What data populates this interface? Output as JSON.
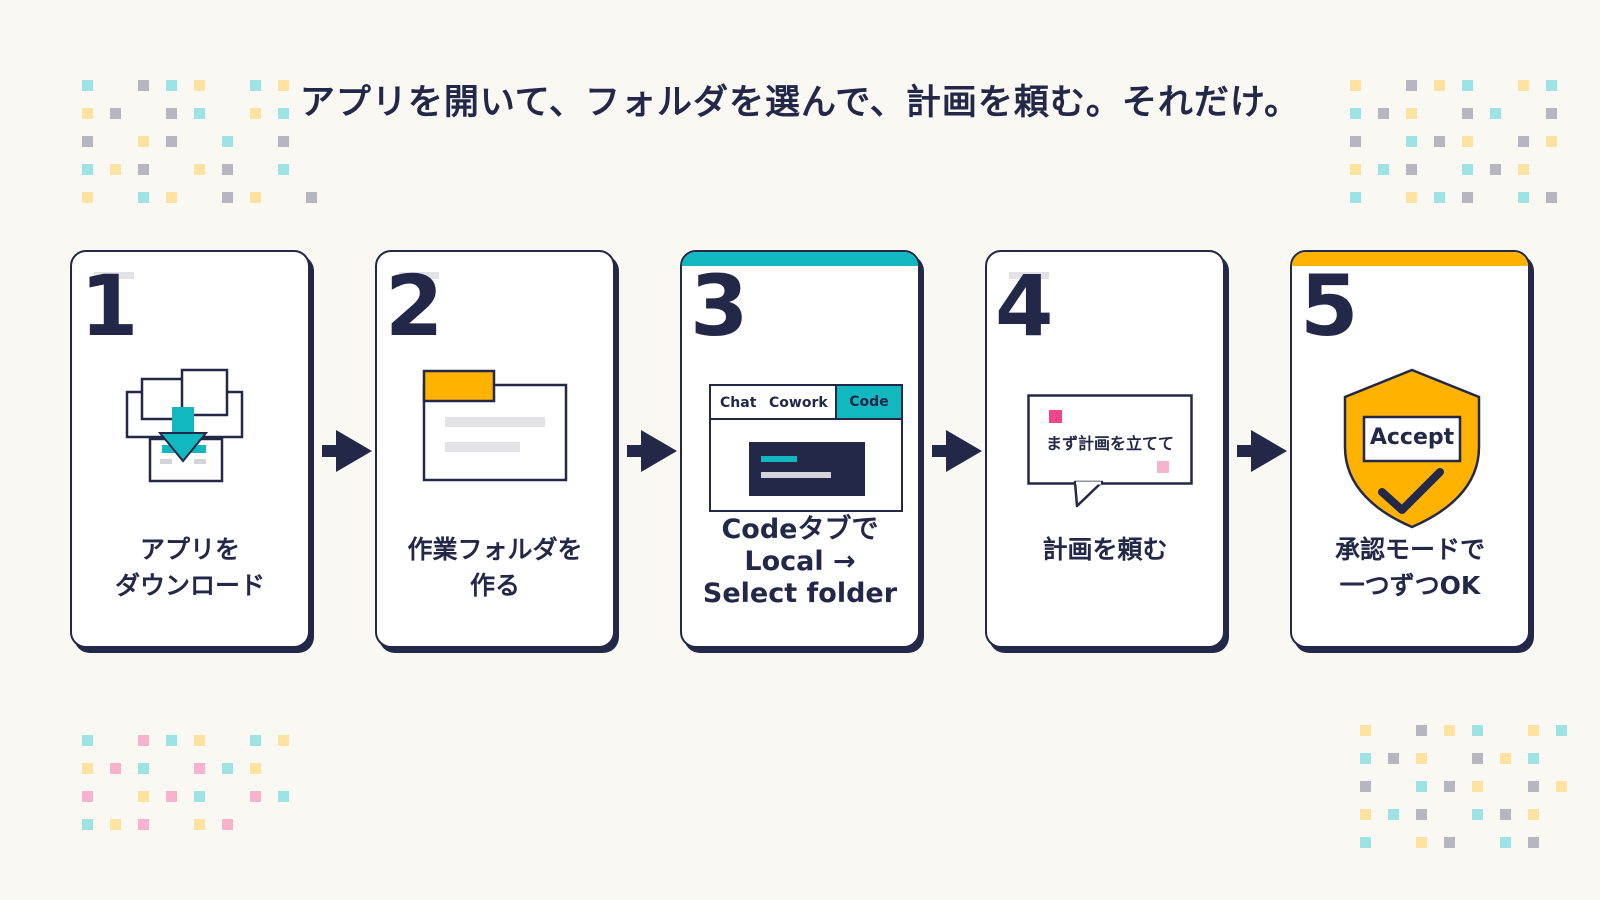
{
  "title": "アプリを開いて、フォルダを選んで、計画を頼む。それだけ。",
  "colors": {
    "navy": "#232848",
    "teal": "#12b8c0",
    "amber": "#ffb300",
    "pink": "#f0468a",
    "background": "#faf8f3"
  },
  "steps": [
    {
      "number": "1",
      "label_line1": "アプリを",
      "label_line2": "ダウンロード",
      "icon": "download-windows-icon"
    },
    {
      "number": "2",
      "label_line1": "作業フォルダを",
      "label_line2": "作る",
      "icon": "folder-icon"
    },
    {
      "number": "3",
      "label_line1": "Codeタブで",
      "label_line2": "Local →",
      "label_line3": "Select folder",
      "icon": "app-tabs-icon",
      "tabs": [
        "Chat",
        "Cowork",
        "Code"
      ]
    },
    {
      "number": "4",
      "label_line1": "計画を頼む",
      "icon": "speech-bubble-icon",
      "bubble_text": "まず計画を立てて"
    },
    {
      "number": "5",
      "label_line1": "承認モードで",
      "label_line2": "一つずつOK",
      "icon": "shield-check-icon",
      "shield_text": "Accept"
    }
  ]
}
